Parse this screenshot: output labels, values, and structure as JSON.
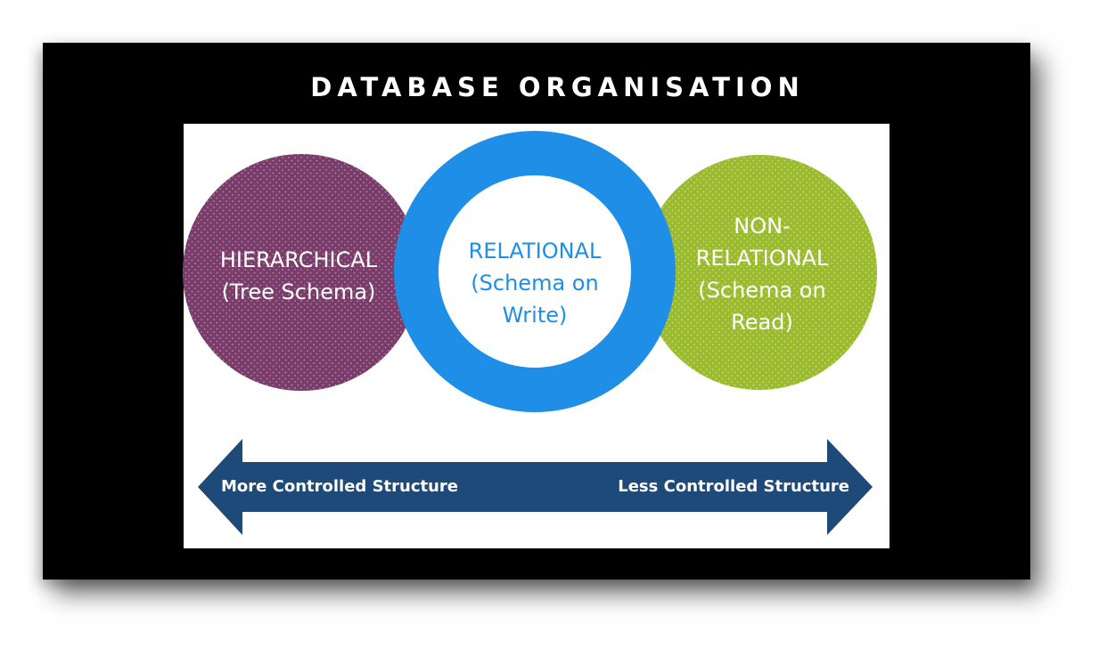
{
  "slide": {
    "title": "DATABASE ORGANISATION"
  },
  "colors": {
    "background": "#000000",
    "panel": "#ffffff",
    "hierarchical": "#7a3c6b",
    "relational_ring": "#1f8ee6",
    "non_relational": "#9bbb2f",
    "arrow": "#1e4a7a"
  },
  "diagram": {
    "hierarchical": {
      "title": "HIERARCHICAL",
      "subtitle": "(Tree Schema)"
    },
    "relational": {
      "title": "RELATIONAL",
      "subtitle_line1": "(Schema on",
      "subtitle_line2": "Write)"
    },
    "non_relational": {
      "title_line1": "NON-",
      "title_line2": "RELATIONAL",
      "subtitle_line1": "(Schema on",
      "subtitle_line2": "Read)"
    },
    "arrow": {
      "left_label": "More Controlled Structure",
      "right_label": "Less Controlled Structure"
    }
  }
}
